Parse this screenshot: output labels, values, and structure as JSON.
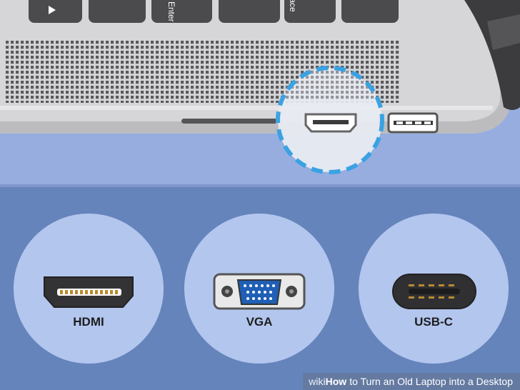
{
  "keyboard": {
    "enter_key": "Enter",
    "backspace_key": "Backspace"
  },
  "ports": [
    {
      "label": "HDMI",
      "icon": "hdmi-port-icon"
    },
    {
      "label": "VGA",
      "icon": "vga-port-icon"
    },
    {
      "label": "USB-C",
      "icon": "usb-c-port-icon"
    }
  ],
  "watermark": {
    "brand_prefix": "wiki",
    "brand_suffix": "How",
    "title": "to Turn an Old Laptop into a Desktop"
  },
  "colors": {
    "background": "#5f7fb6",
    "desk_light": "#97ade0",
    "circle_fill": "#b3c6ee",
    "highlight_ring": "#3aa2e3",
    "laptop_body": "#cfcfd1",
    "port_dark": "#2f2f2f",
    "vga_blue": "#1f5fb5"
  }
}
